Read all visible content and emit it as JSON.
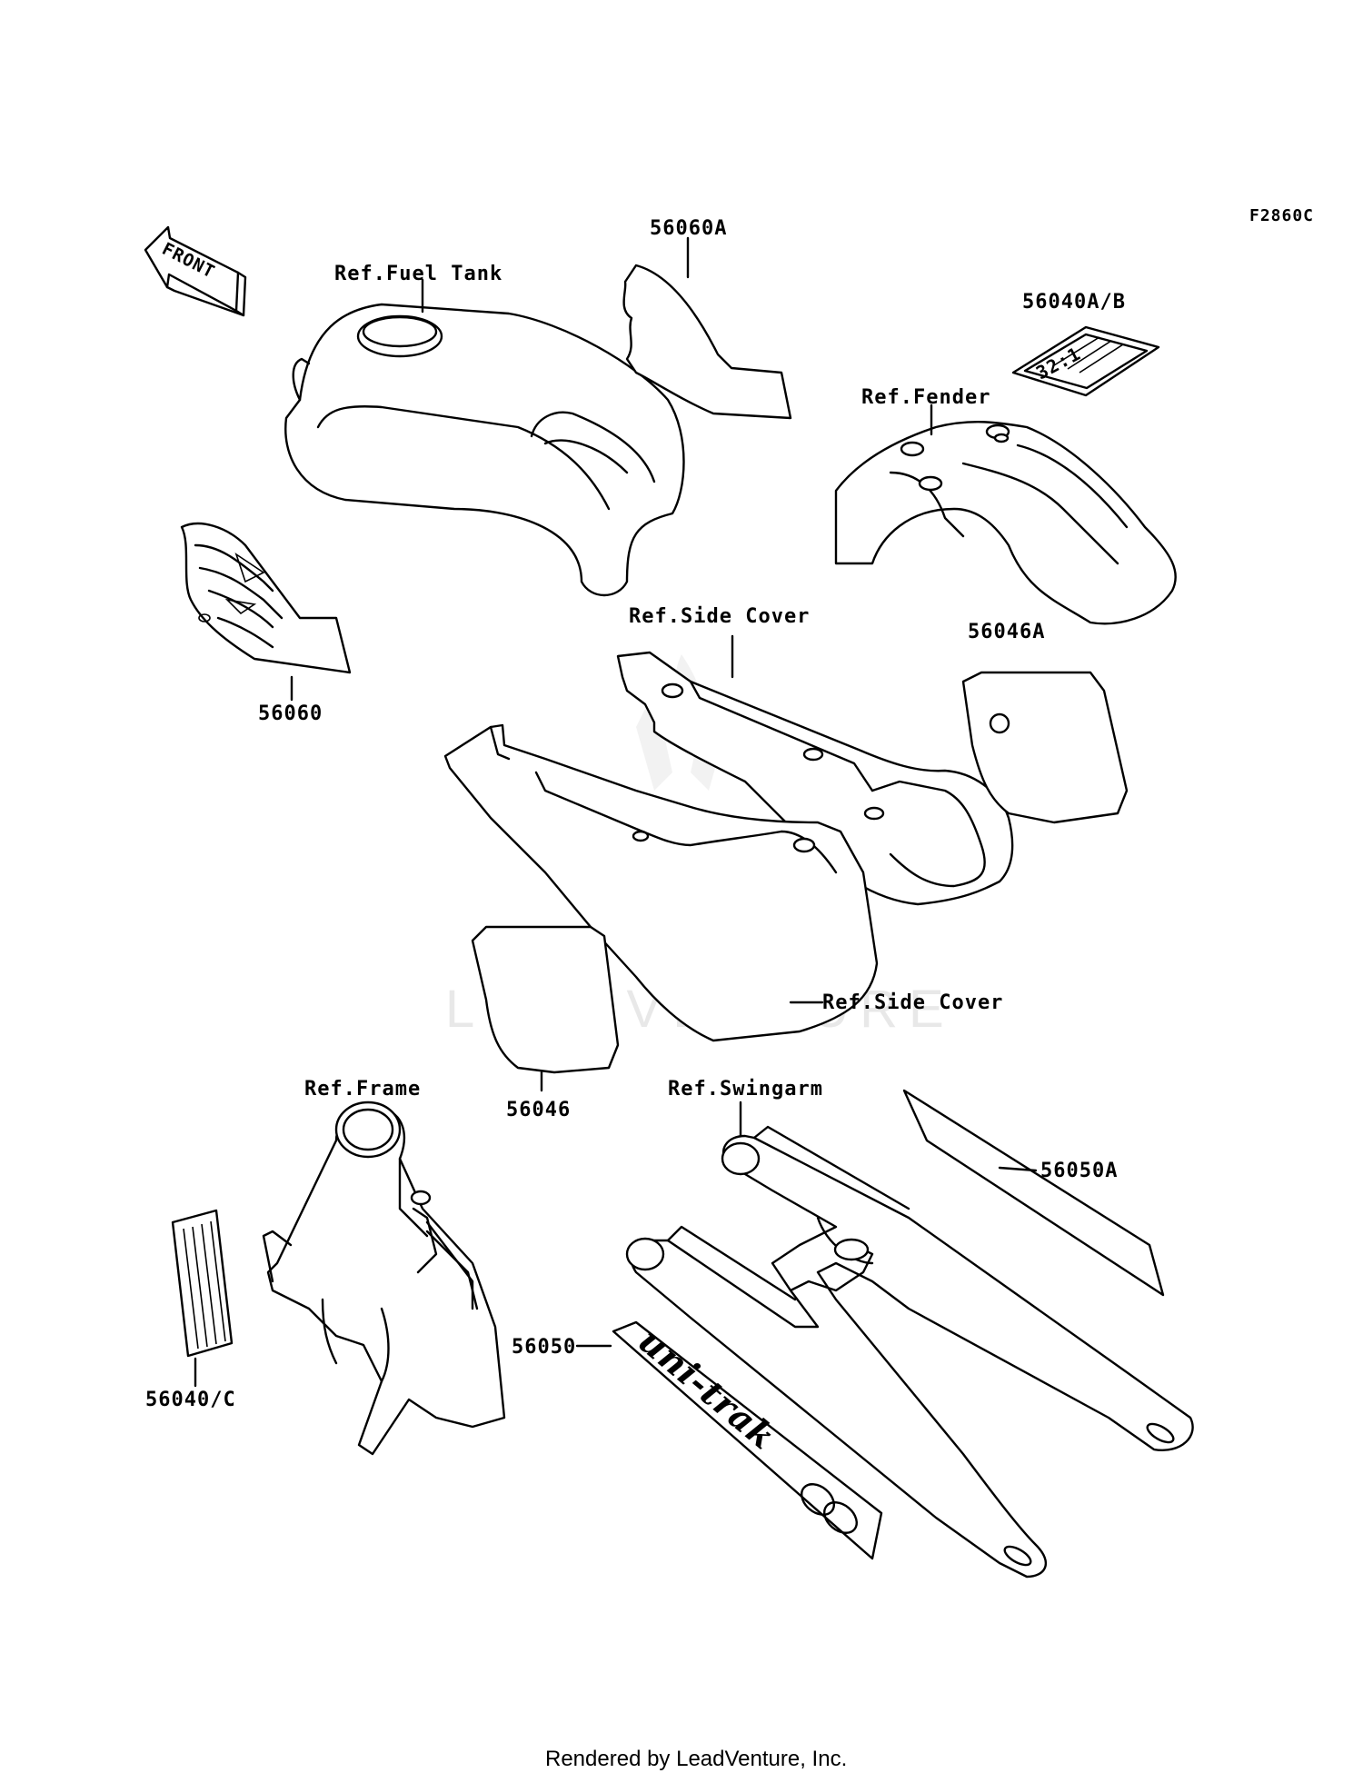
{
  "diagram_code": "F2860C",
  "front_arrow_label": "FRONT",
  "watermark": "LEADVENTURE",
  "footer": "Rendered by LeadVenture, Inc.",
  "fender_badge_text": "32:1",
  "uni_trak_text": "uni-trak",
  "labels": {
    "ref_fuel_tank": "Ref.Fuel Tank",
    "ref_fender": "Ref.Fender",
    "ref_side_cover_top": "Ref.Side Cover",
    "ref_side_cover_bottom": "Ref.Side Cover",
    "ref_frame": "Ref.Frame",
    "ref_swingarm": "Ref.Swingarm",
    "p56060A": "56060A",
    "p56040AB": "56040A/B",
    "p56060": "56060",
    "p56046A": "56046A",
    "p56046": "56046",
    "p56050A": "56050A",
    "p56050": "56050",
    "p56040C": "56040/C"
  }
}
